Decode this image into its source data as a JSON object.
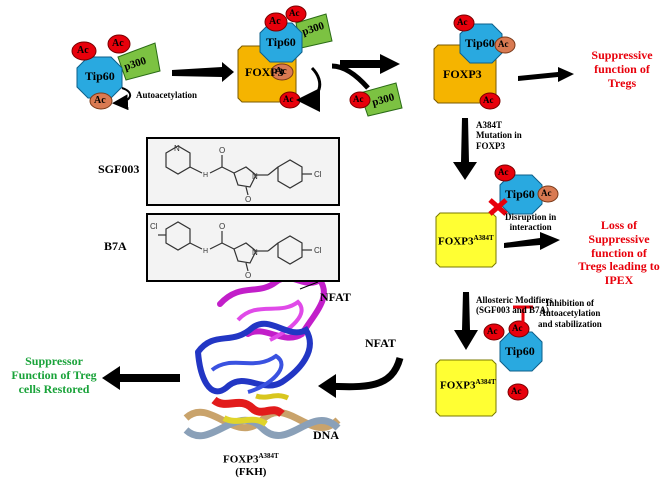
{
  "labels": {
    "ac": "Ac",
    "p300": "p300",
    "tip60": "Tip60",
    "foxp3": "FOXP3",
    "foxp3_mut_base": "FOXP3",
    "foxp3_mut_sup": "A384T",
    "autoacetylation": "Autoacetylation",
    "suppressive_function": [
      "Suppressive",
      "function of",
      "Tregs"
    ],
    "mutation_note": [
      "A384T",
      "Mutation in",
      "FOXP3"
    ],
    "disruption": [
      "Disruption in",
      "interaction"
    ],
    "loss": [
      "Loss of",
      "Suppressive",
      "function of",
      "Tregs leading to",
      "IPEX"
    ],
    "allosteric": [
      "Allosteric Modifiers",
      "(SGF003 and B7A)"
    ],
    "inhibition": [
      "Inhibition of",
      "Autoacetylation",
      "and stabilization"
    ],
    "sgf003": "SGF003",
    "b7a": "B7A",
    "nfat_mid": "NFAT",
    "nfat_struct": "NFAT",
    "dna": "DNA",
    "fkh": "(FKH)",
    "restored": [
      "Suppressor",
      "Function of Treg",
      "cells Restored"
    ]
  },
  "mol": {
    "n": "N",
    "h": "H",
    "o": "O",
    "cl": "Cl"
  },
  "colors": {
    "ac": "#e8000b",
    "ac_brown": "#d97a52",
    "p300": "#7cc242",
    "tip60": "#29a9e0",
    "foxp3": "#f5b400",
    "foxp3_mut": "#ffff33",
    "red_text": "#e8000b",
    "green_text": "#1aa33a"
  }
}
